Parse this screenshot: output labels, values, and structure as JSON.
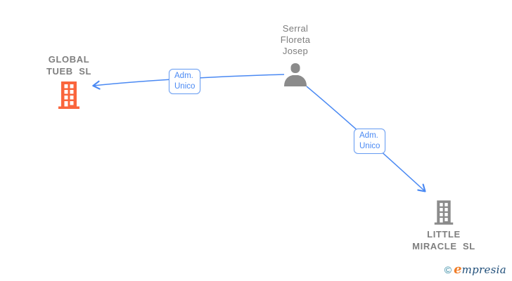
{
  "diagram": {
    "person": {
      "name_line1": "Serral",
      "name_line2": "Floreta",
      "name_line3": "Josep"
    },
    "company_left": {
      "name_line1": "GLOBAL",
      "name_line2": "TUEB  SL"
    },
    "company_right": {
      "name_line1": "LITTLE",
      "name_line2": "MIRACLE  SL"
    },
    "edge_left": {
      "label_line1": "Adm.",
      "label_line2": "Unico"
    },
    "edge_right": {
      "label_line1": "Adm.",
      "label_line2": "Unico"
    }
  },
  "colors": {
    "arrow_blue": "#4a89f3",
    "label_border_blue": "#6b9ff2",
    "company_left_orange": "#fa653c",
    "icon_gray": "#8b8b8b",
    "name_text_gray": "#7f7f7f",
    "logo_copyright_teal": "#2e86a1",
    "logo_initial_orange": "#f07d28",
    "logo_text_navy": "#1f4e79"
  },
  "footer": {
    "copyright_symbol": "©",
    "brand_initial": "e",
    "brand_rest": "mpresia"
  }
}
